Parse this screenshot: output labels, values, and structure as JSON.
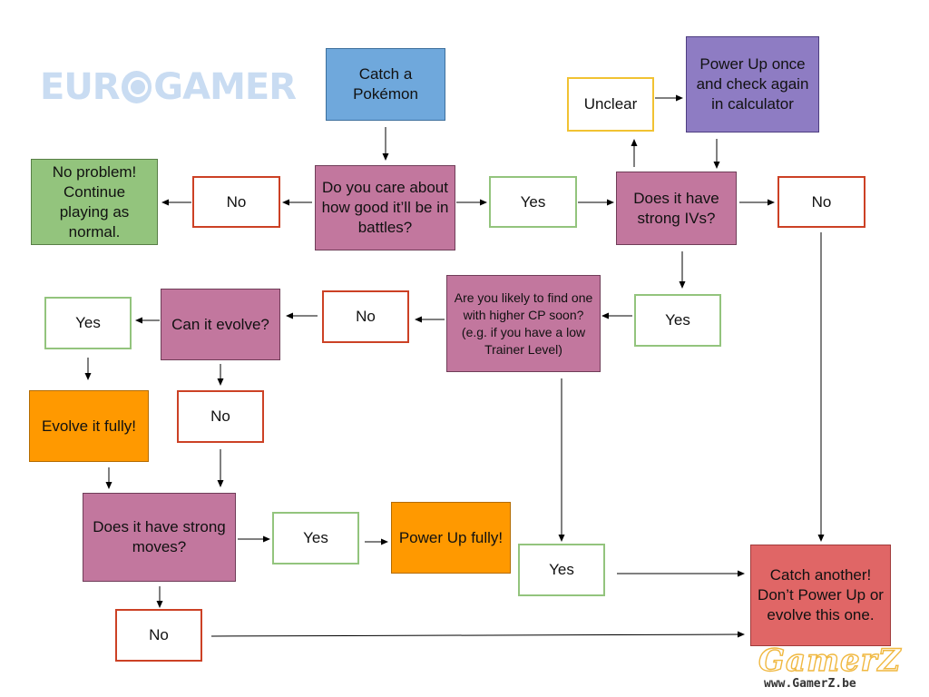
{
  "branding": {
    "logo_text": "EUROGAMER",
    "watermark_title": "GamerZ",
    "watermark_url": "www.GamerZ.be"
  },
  "nodes": {
    "catch": "Catch a Pokémon",
    "care": "Do you care about how good it’ll be in battles?",
    "no_care": "No",
    "no_problem": "No problem! Continue playing as normal.",
    "yes_care": "Yes",
    "strong_ivs": "Does it have strong IVs?",
    "unclear": "Unclear",
    "power_up_once": "Power Up once and check again in calculator",
    "no_ivs": "No",
    "yes_ivs": "Yes",
    "likely_find": "Are you likely to find one with higher CP soon? (e.g. if you have a low Trainer Level)",
    "no_likely": "No",
    "can_evolve": "Can it evolve?",
    "yes_evolve": "Yes",
    "evolve_fully": "Evolve it fully!",
    "no_evolve": "No",
    "strong_moves": "Does it have strong moves?",
    "yes_moves": "Yes",
    "power_up_fully": "Power Up fully!",
    "yes_likely": "Yes",
    "no_moves": "No",
    "catch_another": "Catch another! Don’t Power Up or evolve this one."
  },
  "colors": {
    "question": "#c2779e",
    "start": "#6fa8dc",
    "power_up_check": "#8e7cc3",
    "ok": "#93c47d",
    "action": "#ff9900",
    "stop": "#e06666",
    "no_border": "#cc4125",
    "yes_border": "#93c47d",
    "unclear_border": "#f1c232"
  }
}
